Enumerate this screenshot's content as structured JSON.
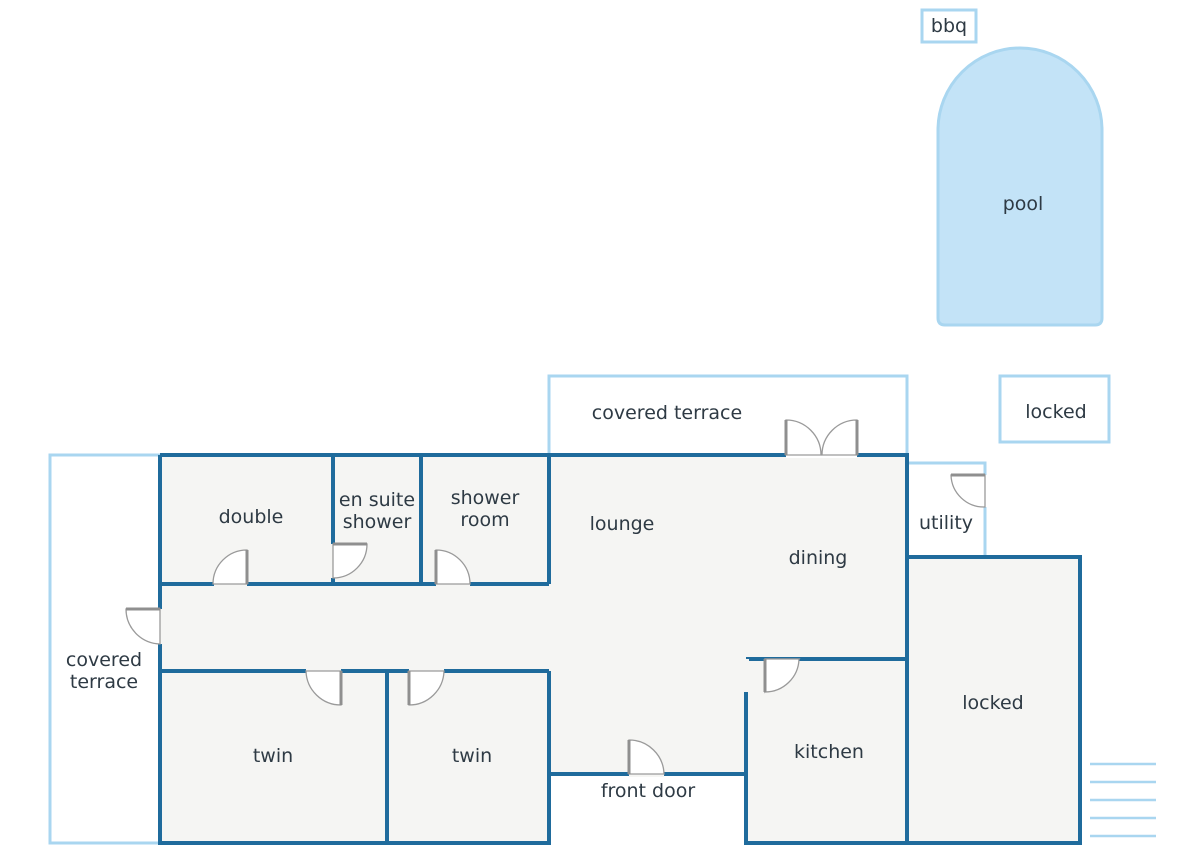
{
  "rooms": {
    "bbq": "bbq",
    "pool": "pool",
    "covered_terrace_top": "covered terrace",
    "locked_top": "locked",
    "double": "double",
    "en_suite_line1": "en suite",
    "en_suite_line2": "shower",
    "shower_room_line1": "shower",
    "shower_room_line2": "room",
    "lounge": "lounge",
    "dining": "dining",
    "utility": "utility",
    "covered_terrace_left_line1": "covered",
    "covered_terrace_left_line2": "terrace",
    "twin_left": "twin",
    "twin_right": "twin",
    "front_door": "front door",
    "kitchen": "kitchen",
    "locked_bottom": "locked"
  },
  "colors": {
    "wall": "#1f6b9c",
    "outline": "#a9d6f0",
    "pool_fill": "#c3e3f7",
    "floor": "#f5f5f3"
  }
}
